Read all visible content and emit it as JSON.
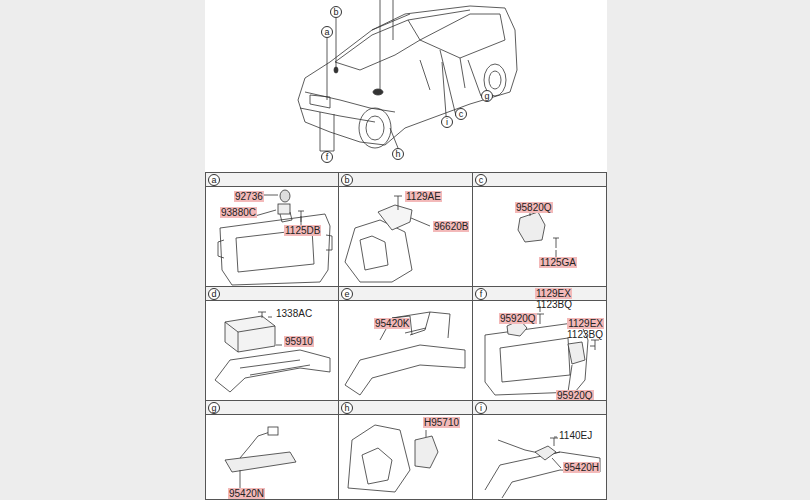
{
  "diagram": {
    "nodes": [
      {
        "text": [
          "a",
          "92736",
          "93880C",
          "1125DB"
        ]
      },
      {
        "text": [
          "b",
          "1129AE",
          "96620B"
        ]
      },
      {
        "text": [
          "c",
          "95820Q",
          "1125GA"
        ]
      },
      {
        "text": [
          "d",
          "1338AC",
          "95910"
        ]
      },
      {
        "text": [
          "e",
          "95420K"
        ]
      },
      {
        "text": [
          "f",
          "1129EX",
          "1123BQ",
          "95920Q",
          "1129EX",
          "1123BQ",
          "95920Q"
        ]
      },
      {
        "text": [
          "g",
          "95420N"
        ]
      },
      {
        "text": [
          "h",
          "H95710"
        ]
      },
      {
        "text": [
          "i",
          "1140EJ",
          "95420H"
        ]
      }
    ],
    "labels": [
      "b",
      "a",
      "g",
      "c",
      "i",
      "h",
      "f"
    ]
  }
}
